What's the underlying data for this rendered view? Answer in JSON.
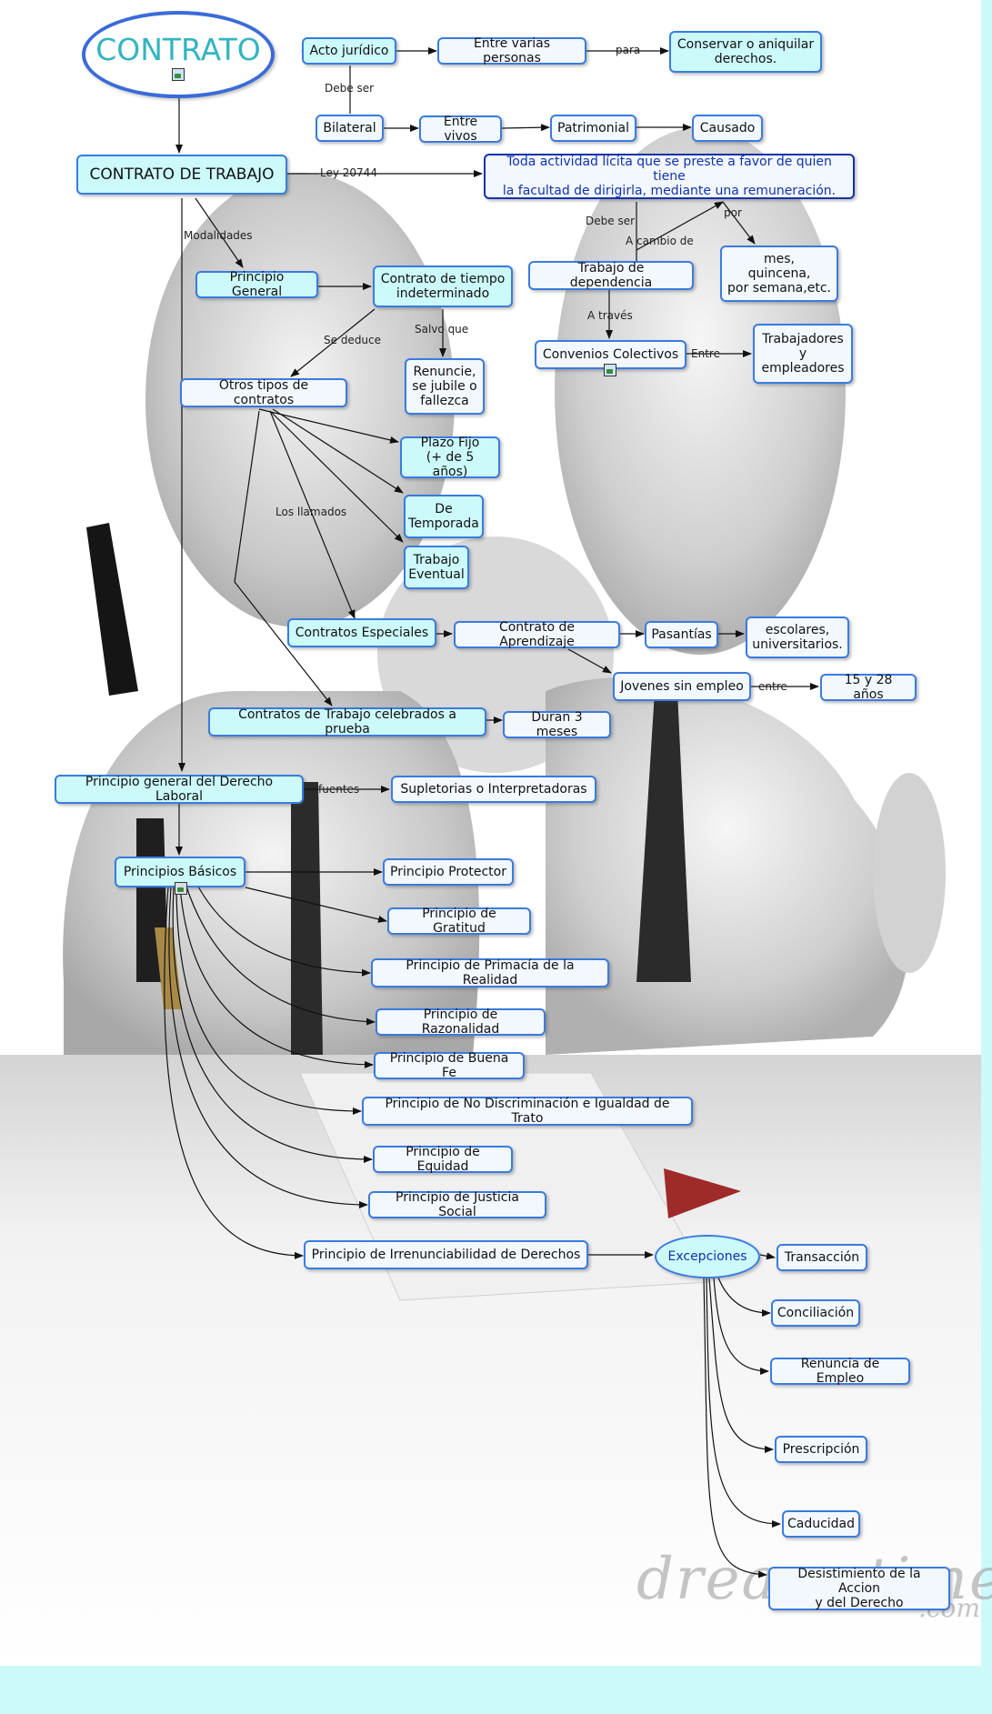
{
  "nodes": {
    "contrato": "CONTRATO",
    "acto": "Acto jurídico",
    "varias": "Entre varias personas",
    "conservar": "Conservar o aniquilar\nderechos.",
    "bilateral": "Bilateral",
    "vivos": "Entre vivos",
    "patrimonial": "Patrimonial",
    "causado": "Causado",
    "contrato_trabajo": "CONTRATO DE TRABAJO",
    "toda": "Toda actividad lícita que se preste a favor de quien tiene\nla facultad de dirigirla, mediante una remuneración.",
    "mes": "mes,\nquincena,\npor semana,etc.",
    "dependencia": "Trabajo de dependencia",
    "convenios": "Convenios Colectivos",
    "trabajadores": "Trabajadores\ny\nempleadores",
    "principio_general": "Principio General",
    "tiempo_indet": "Contrato de tiempo\nindeterminado",
    "renuncie": "Renuncie,\nse jubile o\nfallezca",
    "otros": "Otros tipos de contratos",
    "plazo": "Plazo Fijo\n(+ de 5 años)",
    "temporada": "De\nTemporada",
    "eventual": "Trabajo\nEventual",
    "especiales": "Contratos Especiales",
    "aprendizaje": "Contrato de Aprendizaje",
    "pasantias": "Pasantías",
    "escolares": "escolares,\nuniversitarios.",
    "jovenes": "Jovenes sin empleo",
    "edades": "15 y 28 años",
    "prueba": "Contratos de Trabajo celebrados a prueba",
    "duran": "Duran 3 meses",
    "pg_derecho": "Principio general del Derecho Laboral",
    "supletorias": "Supletorias o Interpretadoras",
    "basicos": "Principios Básicos",
    "protector": "Principio Protector",
    "gratitud": "Principio de Gratitud",
    "primacia": "Principio de  Primacía de la Realidad",
    "razonalidad": "Principio de Razonalidad",
    "buena_fe": "Principio de Buena Fe",
    "no_discriminacion": "Principio de No Discriminación e Igualdad de Trato",
    "equidad": "Principio de Equidad",
    "justicia": "Principio de Justicia Social",
    "irrenunciabilidad": "Principio de Irrenunciabilidad de Derechos",
    "excepciones": "Excepciones",
    "transaccion": "Transacción",
    "conciliacion": "Conciliación",
    "renuncia_empleo": "Renuncia de Empleo",
    "prescripcion": "Prescripción",
    "caducidad": "Caducidad",
    "desistimiento": "Desistimiento de la Accion\ny del Derecho"
  },
  "links": {
    "debe_ser_1": "Debe ser",
    "para": "para",
    "ley": "Ley 20744",
    "debe_ser_2": "Debe ser",
    "a_cambio": "A cambio de",
    "por": "por",
    "a_traves": "A través",
    "entre_1": "Entre",
    "modalidades": "Modalidades",
    "se_deduce": "Se deduce",
    "salvo": "Salvo que",
    "llamados": "Los llamados",
    "entre_2": "entre",
    "fuentes": "fuentes"
  },
  "watermark": "dreamstime",
  "watermark_suffix": ".com",
  "colors": {
    "node_fill_cyan": "#ccf9fa",
    "node_fill_white": "#f3f8ff",
    "node_border": "#3a7be0",
    "title_text": "#33b5c0",
    "definition_text": "#1133aa",
    "band": "#ccf9fa"
  }
}
